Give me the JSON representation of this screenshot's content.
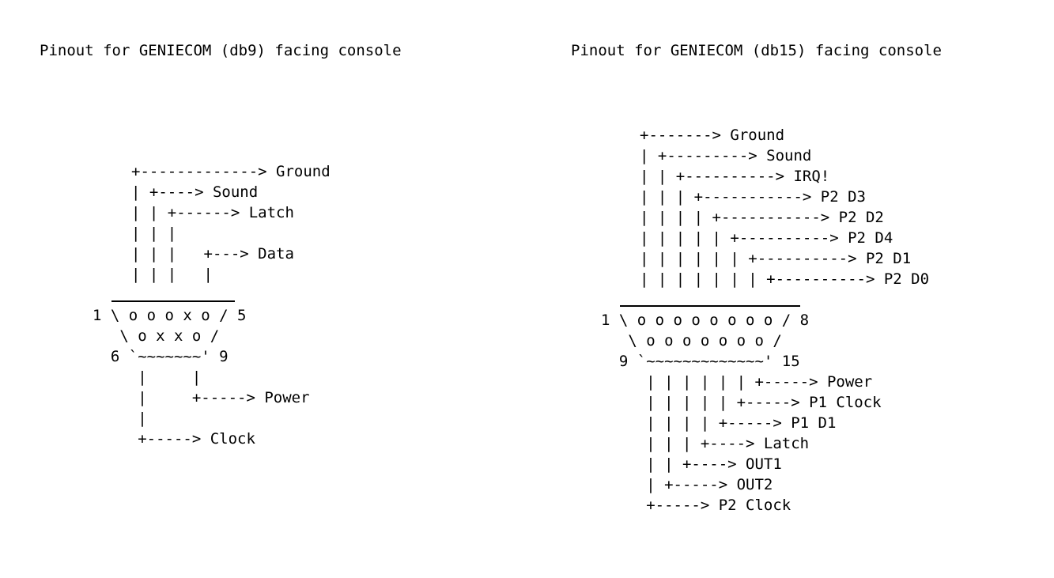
{
  "db9": {
    "title": "Pinout for GENIECOM (db9) facing console",
    "diagram_top": "+-------------> Ground\n| +----> Sound\n| | +------> Latch\n| | |\n| | |   +---> Data\n| | |   |",
    "diagram_bottom": "1 \\ o o o x o / 5\n   \\ o x x o /\n  6 `~~~~~~~' 9\n     |     |\n     |     +-----> Power\n     |\n     +-----> Clock"
  },
  "db15": {
    "title": "Pinout for GENIECOM (db15) facing console",
    "diagram_top": "+-------> Ground\n| +---------> Sound\n| | +----------> IRQ!\n| | | +-----------> P2 D3\n| | | | +-----------> P2 D2\n| | | | | +----------> P2 D4\n| | | | | | +----------> P2 D1\n| | | | | | | +----------> P2 D0",
    "diagram_bottom": "1 \\ o o o o o o o o / 8\n   \\ o o o o o o o /\n  9 `~~~~~~~~~~~~~' 15\n     | | | | | | +-----> Power\n     | | | | | +-----> P1 Clock\n     | | | | +-----> P1 D1\n     | | | +----> Latch\n     | | +----> OUT1\n     | +-----> OUT2\n     +-----> P2 Clock"
  }
}
